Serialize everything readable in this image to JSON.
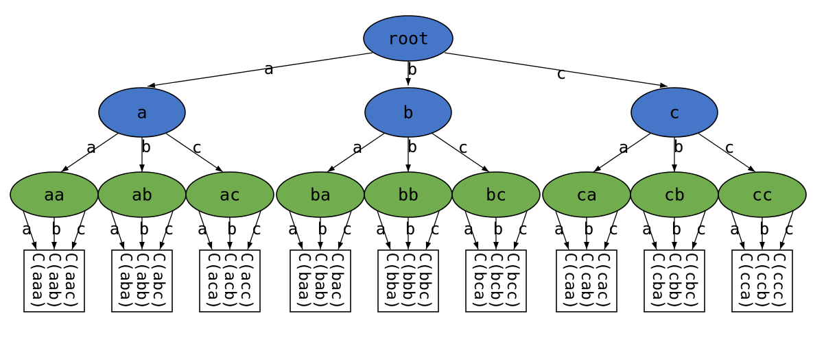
{
  "colors": {
    "background": "#ffffff",
    "node_blue": "#4576C8",
    "node_green": "#71AC4E",
    "edge": "#000000",
    "text": "#000000",
    "leaf_border": "#000000"
  },
  "tree": {
    "root": {
      "label": "root"
    },
    "level2": [
      {
        "label": "a"
      },
      {
        "label": "b"
      },
      {
        "label": "c"
      }
    ],
    "level3": [
      {
        "label": "aa"
      },
      {
        "label": "ab"
      },
      {
        "label": "ac"
      },
      {
        "label": "ba"
      },
      {
        "label": "bb"
      },
      {
        "label": "bc"
      },
      {
        "label": "ca"
      },
      {
        "label": "cb"
      },
      {
        "label": "cc"
      }
    ],
    "leaf_groups": [
      {
        "labels": [
          "C(aaa)",
          "C(aab)",
          "C(aac)"
        ]
      },
      {
        "labels": [
          "C(aba)",
          "C(abb)",
          "C(abc)"
        ]
      },
      {
        "labels": [
          "C(aca)",
          "C(acb)",
          "C(acc)"
        ]
      },
      {
        "labels": [
          "C(baa)",
          "C(bab)",
          "C(bac)"
        ]
      },
      {
        "labels": [
          "C(bba)",
          "C(bbb)",
          "C(bbc)"
        ]
      },
      {
        "labels": [
          "C(bca)",
          "C(bcb)",
          "C(bcc)"
        ]
      },
      {
        "labels": [
          "C(caa)",
          "C(cab)",
          "C(cac)"
        ]
      },
      {
        "labels": [
          "C(cba)",
          "C(cbb)",
          "C(cbc)"
        ]
      },
      {
        "labels": [
          "C(cca)",
          "C(ccb)",
          "C(ccc)"
        ]
      }
    ],
    "edge_labels": {
      "root_to_level2": [
        "a",
        "b",
        "c"
      ],
      "level2_to_level3": [
        "a",
        "b",
        "c"
      ],
      "level3_to_leaves": [
        "a",
        "b",
        "c"
      ]
    }
  }
}
